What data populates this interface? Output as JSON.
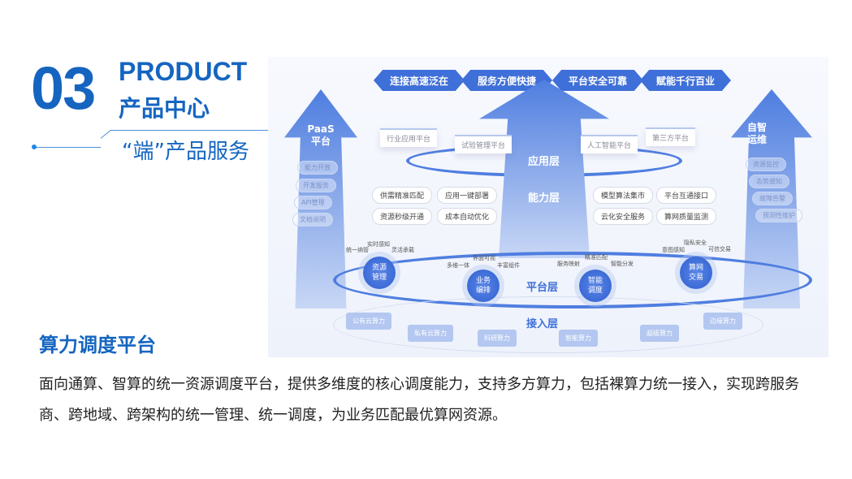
{
  "header": {
    "number": "03",
    "title_en": "PRODUCT",
    "title_cn": "产品中心",
    "subtitle": "“端”产品服务"
  },
  "diagram": {
    "top_badges": [
      "连接高速泛在",
      "服务方便快捷",
      "平台安全可靠",
      "赋能千行百业"
    ],
    "left_arrow": {
      "title": "PaaS\n平台",
      "items": [
        "能力开放",
        "开发服务",
        "API管理",
        "文档说明"
      ]
    },
    "right_arrow": {
      "title": "自智\n运维",
      "items": [
        "资源监控",
        "态势感知",
        "故障告警",
        "预测性维护"
      ]
    },
    "app_cards": [
      "行业应用平台",
      "试验管理平台",
      "人工智能平台",
      "第三方平台"
    ],
    "layers": {
      "app": "应用层",
      "capability": "能力层",
      "platform": "平台层",
      "access": "接入层"
    },
    "capability_tags": [
      "供需精准匹配",
      "应用一键部署",
      "资源秒级开通",
      "成本自动优化",
      "模型算法集市",
      "平台互通接口",
      "云化安全服务",
      "算网质量监测"
    ],
    "platform_modules": [
      {
        "name": "资源\n管理",
        "features": [
          "统一纳管",
          "实时感知",
          "灵活承载"
        ]
      },
      {
        "name": "业务\n编排",
        "features": [
          "多维一体",
          "界面可视",
          "丰富组件"
        ]
      },
      {
        "name": "智能\n调度",
        "features": [
          "服务映射",
          "精准匹配",
          "智能分发"
        ]
      },
      {
        "name": "算网\n交易",
        "features": [
          "意图感知",
          "隐私安全",
          "可信交易"
        ]
      }
    ],
    "access_sources": [
      "公有云算力",
      "私有云算力",
      "科研算力",
      "智能算力",
      "超级算力",
      "边缘算力"
    ]
  },
  "section": {
    "title": "算力调度平台",
    "description": "面向通算、智算的统一资源调度平台，提供多维度的核心调度能力，支持多方算力，包括裸算力统一接入，实现跨服务商、跨地域、跨架构的统一管理、统一调度，为业务匹配最优算网资源。"
  },
  "colors": {
    "brand": "#1565c0",
    "accent": "#3f6fd8"
  }
}
